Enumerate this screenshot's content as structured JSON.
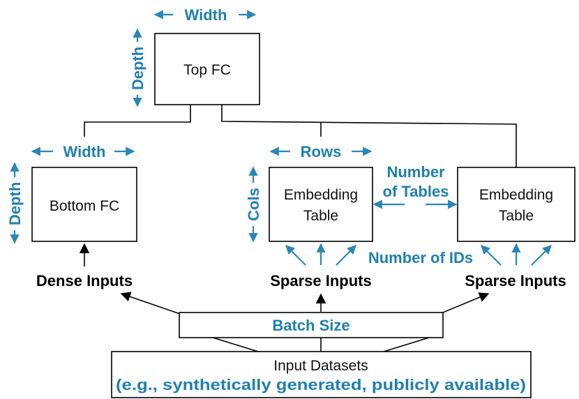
{
  "colors": {
    "accent": "#1f7fb0",
    "stroke": "#000000"
  },
  "top_fc": {
    "label": "Top FC",
    "width_label": "Width",
    "depth_label": "Depth"
  },
  "bottom_fc": {
    "label": "Bottom FC",
    "width_label": "Width",
    "depth_label": "Depth"
  },
  "embedding_left": {
    "line1": "Embedding",
    "line2": "Table",
    "rows_label": "Rows",
    "cols_label": "Cols"
  },
  "embedding_right": {
    "line1": "Embedding",
    "line2": "Table"
  },
  "num_tables": {
    "line1": "Number",
    "line2": "of Tables"
  },
  "num_ids": "Number of IDs",
  "dense_inputs": "Dense Inputs",
  "sparse_inputs_left": "Sparse Inputs",
  "sparse_inputs_right": "Sparse Inputs",
  "batch_size": "Batch Size",
  "input_datasets": {
    "title": "Input Datasets",
    "subtitle": "(e.g., synthetically generated, publicly available)"
  }
}
